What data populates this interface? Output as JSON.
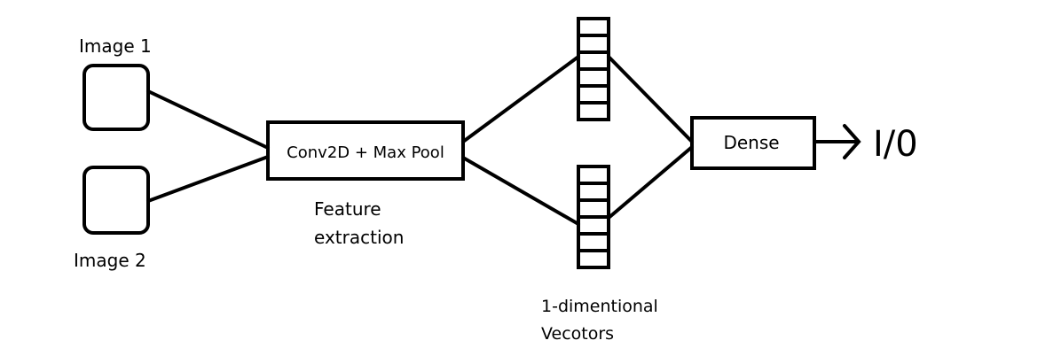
{
  "labels": {
    "image1": "Image 1",
    "image2": "Image 2",
    "conv": "Conv2D + Max Pool",
    "feature_line1": "Feature",
    "feature_line2": "extraction",
    "dense": "Dense",
    "output": "I/0",
    "vectors_line1": "1-dimentional",
    "vectors_line2": "Vecotors"
  },
  "vector_cells": 6
}
